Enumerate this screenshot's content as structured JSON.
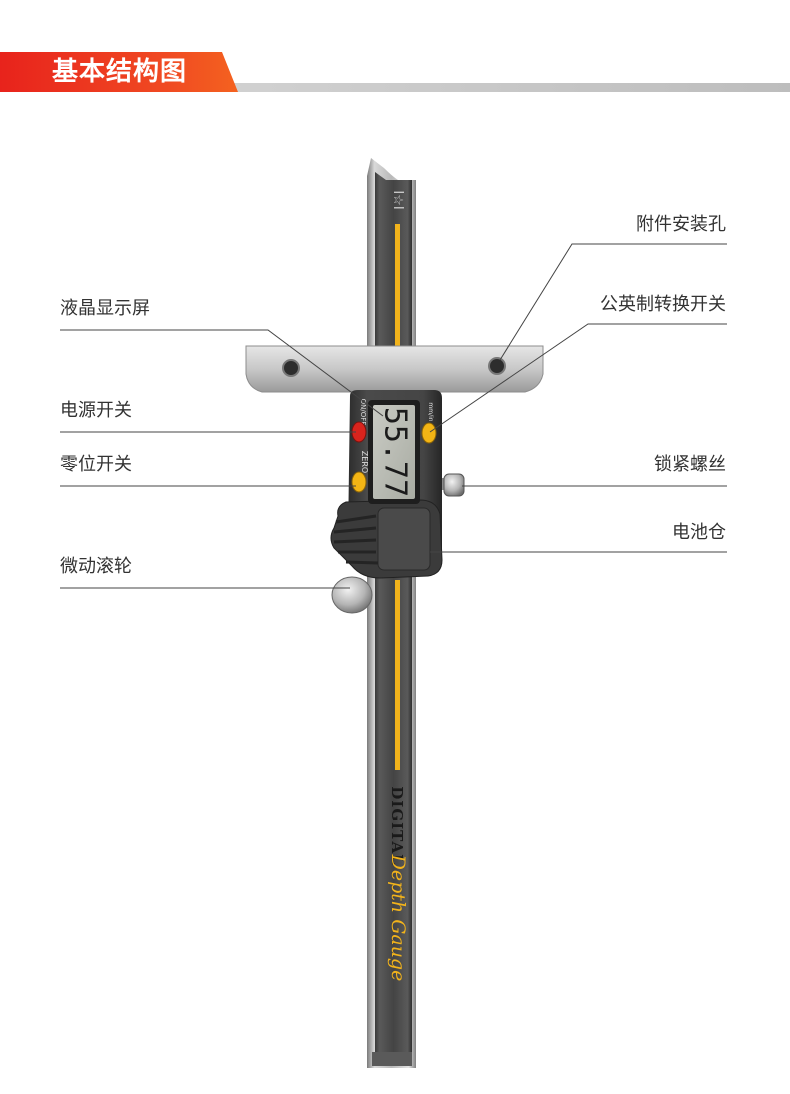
{
  "header": {
    "title": "基本结构图"
  },
  "labels": {
    "attachment_hole": "附件安装孔",
    "lcd_screen": "液晶显示屏",
    "unit_switch": "公英制转换开关",
    "power_switch": "电源开关",
    "zero_switch": "零位开关",
    "lock_screw": "锁紧螺丝",
    "battery": "电池仓",
    "fine_roller": "微动滚轮"
  },
  "device": {
    "reading": "55.77",
    "on_off_text": "ON/OFF",
    "zero_text": "ZERO",
    "mm_in_text": "mm/in",
    "brand_text": "I☆I",
    "digital_text": "DIGITAL",
    "product_text": "Depth Gauge"
  },
  "colors": {
    "accent_red": "#e8231c",
    "accent_orange": "#f4621f",
    "scale_yellow": "#f2b31b",
    "power_button": "#d9241d",
    "zero_button": "#f3b515"
  }
}
